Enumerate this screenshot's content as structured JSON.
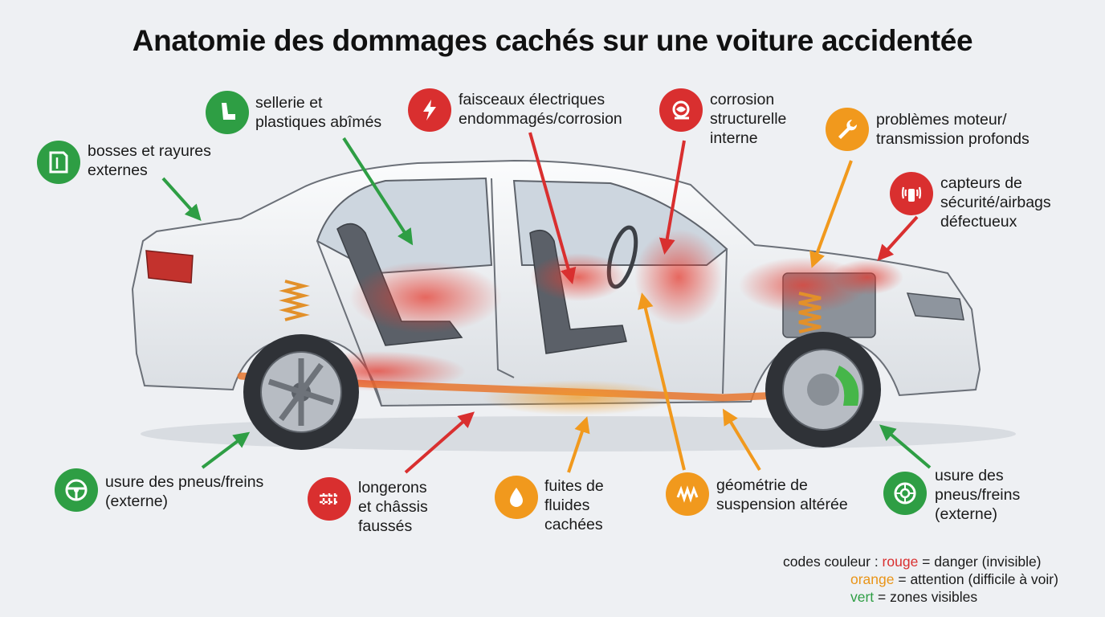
{
  "title": "Anatomie des dommages cachés sur une voiture accidentée",
  "colors": {
    "red": "#d92f2f",
    "orange": "#f1991d",
    "green": "#2e9e44"
  },
  "callouts": [
    {
      "id": "bosses",
      "text": "bosses et rayures\nexternes",
      "severity": "green",
      "icon": "door-panel-icon"
    },
    {
      "id": "sellerie",
      "text": "sellerie et\nplastiques abîmés",
      "severity": "green",
      "icon": "car-seat-icon"
    },
    {
      "id": "faisceaux",
      "text": "faisceaux électriques\nendommagés/corrosion",
      "severity": "red",
      "icon": "lightning-bolt-icon"
    },
    {
      "id": "corrosion",
      "text": "corrosion\nstructurelle\ninterne",
      "severity": "red",
      "icon": "rust-corrosion-icon"
    },
    {
      "id": "moteur",
      "text": "problèmes moteur/\ntransmission profonds",
      "severity": "orange",
      "icon": "wrench-icon"
    },
    {
      "id": "capteurs",
      "text": "capteurs de\nsécurité/airbags\ndéfectueux",
      "severity": "red",
      "icon": "airbag-sensor-icon"
    },
    {
      "id": "pneus-gauche",
      "text": "usure des pneus/freins\n(externe)",
      "severity": "green",
      "icon": "steering-wheel-icon"
    },
    {
      "id": "longerons",
      "text": "longerons\net châssis\nfaussés",
      "severity": "red",
      "icon": "bent-frame-icon"
    },
    {
      "id": "fuites",
      "text": "fuites de\nfluides\ncachées",
      "severity": "orange",
      "icon": "fluid-drop-icon"
    },
    {
      "id": "geometrie",
      "text": "géométrie de\nsuspension altérée",
      "severity": "orange",
      "icon": "suspension-spring-icon"
    },
    {
      "id": "pneus-droite",
      "text": "usure des\npneus/freins\n(externe)",
      "severity": "green",
      "icon": "wheel-icon"
    }
  ],
  "legend": {
    "prefix": "codes couleur : ",
    "red_word": "rouge",
    "red_text": " = danger (invisible)",
    "orange_word": "orange",
    "orange_text": " = attention (difficile à voir)",
    "green_word": "vert",
    "green_text": " = zones visibles"
  }
}
